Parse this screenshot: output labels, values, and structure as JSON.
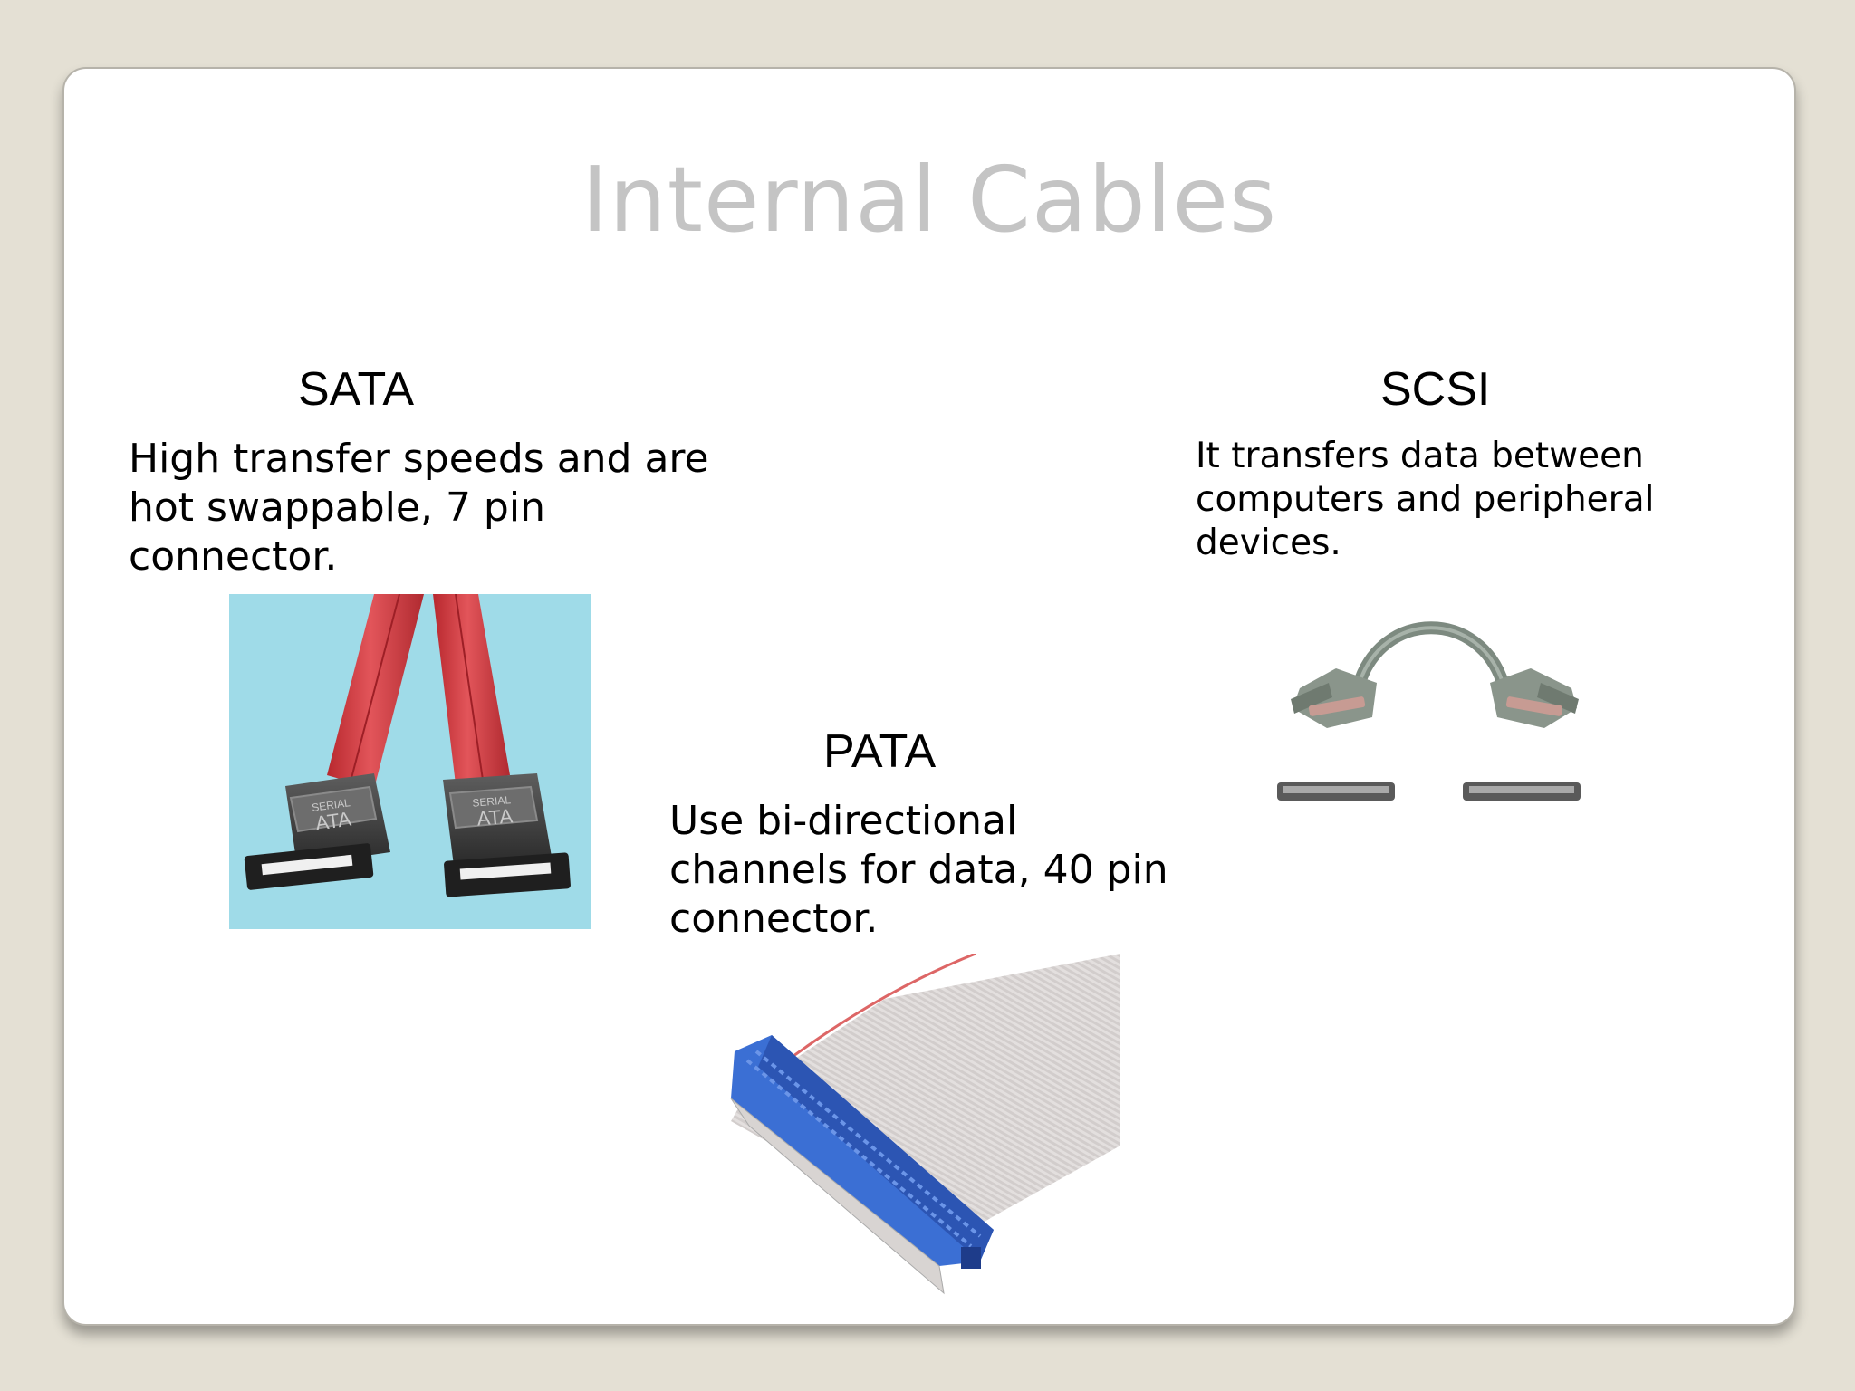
{
  "slide": {
    "title": "Internal Cables",
    "sata": {
      "heading": "SATA",
      "lines": [
        "High transfer speeds and are",
        "hot swappable, 7 pin",
        "connector."
      ],
      "label_top": "SERIAL",
      "label_bottom": "ATA"
    },
    "scsi": {
      "heading": "SCSI",
      "lines": [
        "It transfers data between",
        "computers and peripheral",
        "devices."
      ]
    },
    "pata": {
      "heading": "PATA",
      "lines": [
        "Use bi-directional",
        "channels for data, 40 pin",
        "connector."
      ]
    }
  }
}
